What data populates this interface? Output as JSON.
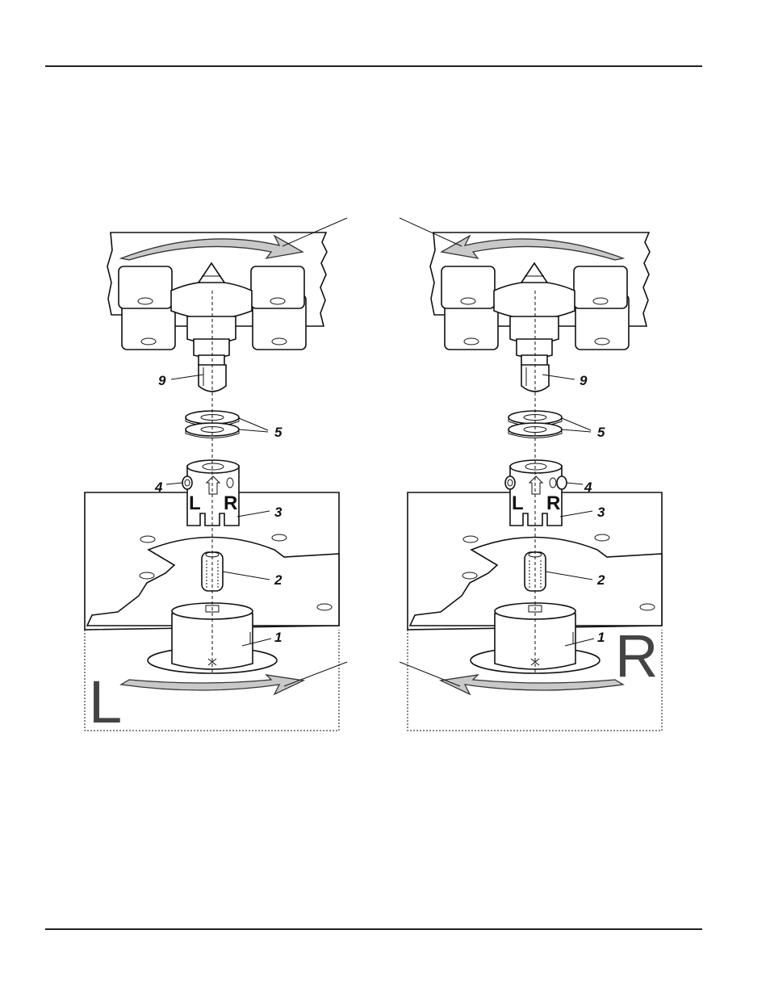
{
  "labels": {
    "part_1": "1",
    "part_2": "2",
    "part_3": "3",
    "part_4": "4",
    "part_5": "5",
    "part_9": "9",
    "coupler_left_mark": "L",
    "coupler_right_mark": "R",
    "side_left": "L",
    "side_right": "R"
  },
  "colors": {
    "line": "#111111",
    "arrow_fill": "#c9c9c9",
    "big_letter": "#444444"
  }
}
